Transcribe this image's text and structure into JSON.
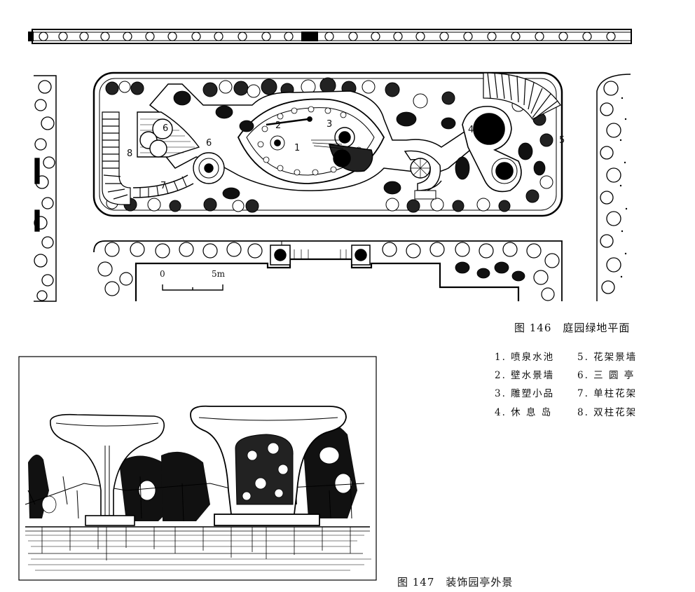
{
  "figure146": {
    "caption": "图 146　庭园绿地平面",
    "scale": {
      "zero": "0",
      "five": "5m"
    },
    "plan_labels": [
      "1",
      "2",
      "3",
      "4",
      "5",
      "6",
      "6",
      "7",
      "8"
    ],
    "legend": [
      "1. 喷泉水池",
      "2. 壁水景墙",
      "3. 雕塑小品",
      "4. 休 息 岛",
      "5. 花架景墙",
      "6. 三 圆 亭",
      "7. 单柱花架",
      "8. 双柱花架"
    ]
  },
  "figure147": {
    "caption": "图 147　装饰园亭外景"
  }
}
